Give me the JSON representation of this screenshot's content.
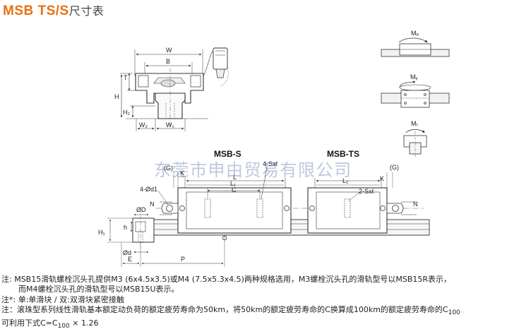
{
  "header": {
    "title_model": "MSB TS/S",
    "title_suffix": "尺寸表"
  },
  "watermark": "东莞市申由贸易有限公司",
  "top_drawing": {
    "labels": {
      "W": "W",
      "B": "B",
      "T": "T",
      "H": "H",
      "H2": "H₂",
      "W2": "W₂",
      "W1": "W₁"
    }
  },
  "moments": {
    "mp": "Mₚ",
    "my": "Mᵧ",
    "mr": "Mᵣ"
  },
  "bottom_drawing": {
    "msb_s": "MSB-S",
    "msb_ts": "MSB-TS",
    "labels": {
      "G_left": "(G)",
      "G_right": "(G)",
      "K_left": "K",
      "K_right": "K",
      "L": "L",
      "L1_left": "L₁",
      "L1_right": "L₁",
      "C": "C",
      "thread_left": "4-Sxℓ",
      "thread_right": "2-Sxℓ",
      "d1": "4-Ød1",
      "N_left": "N",
      "N_right": "N",
      "D": "ØD",
      "h": "h",
      "H1": "H₁",
      "d": "Ød",
      "E": "E",
      "P": "P"
    }
  },
  "notes": {
    "line1": "注: MSB15滑轨螺栓沉头孔提供M3 (6x4.5x3.5)或M4 (7.5x5.3x4.5)两种规格选用，M3螺栓沉头孔的滑轨型号以MSB15R表示，",
    "line2": "而M4螺栓沉头孔的滑轨型号以MSB15U表示。",
    "line3": "注*: 单:单滑块 / 双:双滑块紧密接触",
    "line4_main": "注：滚珠型系列线性滑轨基本额定动负荷的额定疲劳寿命为50km，将50km的额定疲劳寿命的C换算成100km的额定疲劳寿命的C",
    "line4_sub": "100",
    "line5_pre": "可利用下式C=C",
    "line5_sub": "100",
    "line5_post": " × 1.26"
  }
}
